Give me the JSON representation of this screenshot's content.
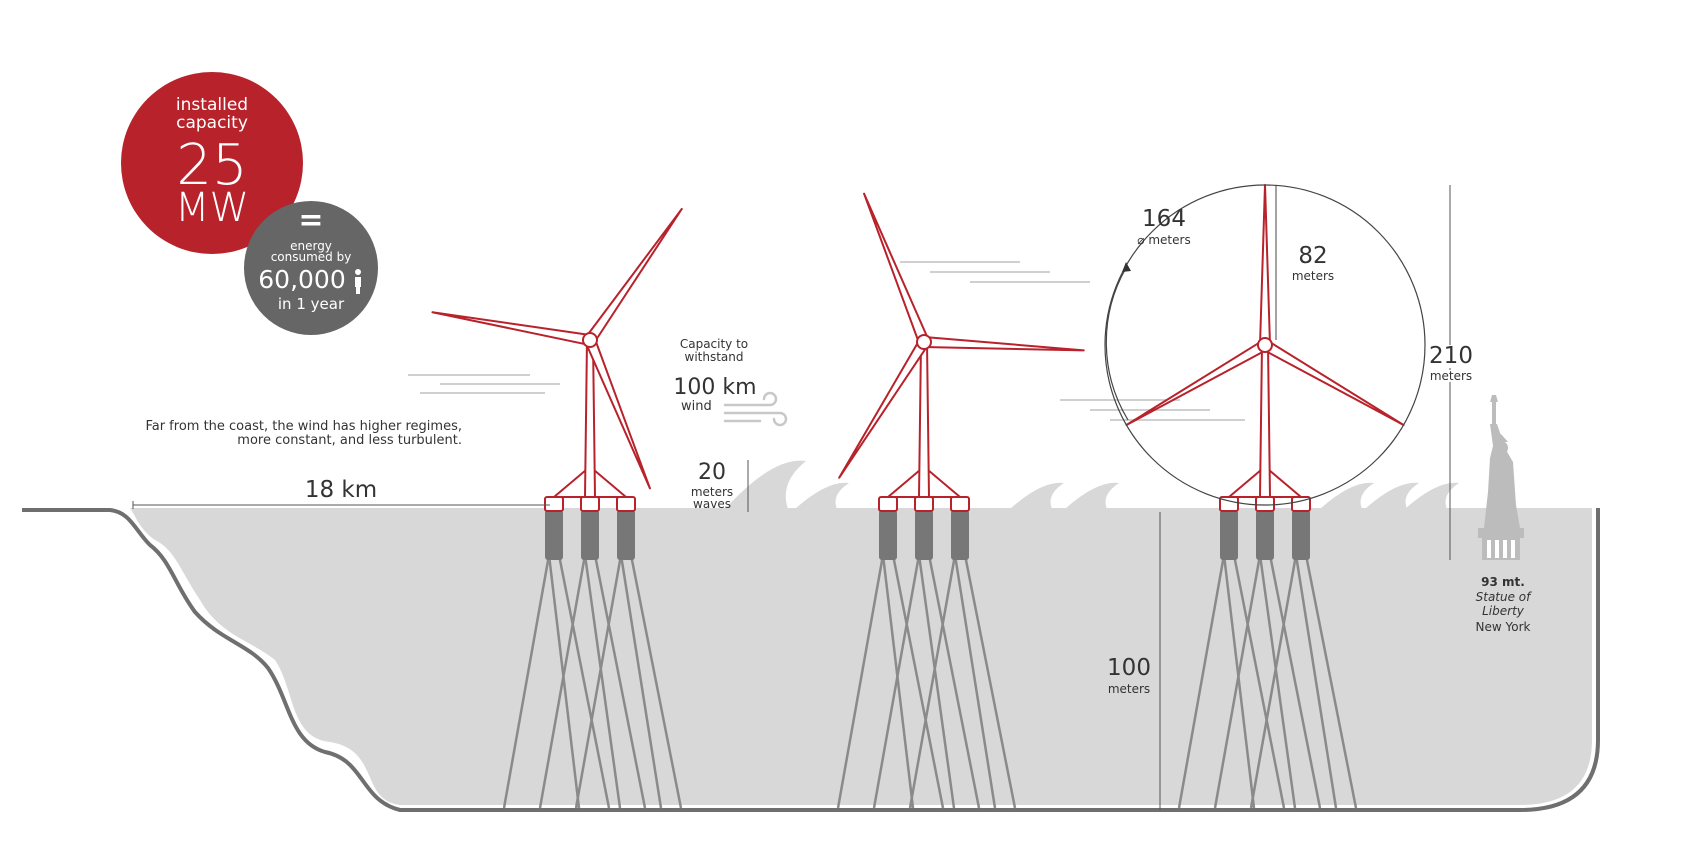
{
  "colors": {
    "accent": "#b8222b",
    "dark_circle": "#666666",
    "sea": "#d8d8d8",
    "seabed": "#6f6f6f",
    "mooring": "#8a8a8a",
    "float": "#777777",
    "statue": "#bcbcbc"
  },
  "capacity": {
    "label_line1": "installed",
    "label_line2": "capacity",
    "value": "25",
    "unit": "MW"
  },
  "equivalence": {
    "symbol": "=",
    "line1": "energy",
    "line2": "consumed by",
    "value": "60,000",
    "icon": "person-icon",
    "period": "in 1 year"
  },
  "coast_note": {
    "line1": "Far from the coast, the wind has higher regimes,",
    "line2": "more constant, and less turbulent."
  },
  "distance": {
    "value": "18 km"
  },
  "wind": {
    "line1": "Capacity to",
    "line2": "withstand",
    "value": "100 km",
    "unit": "wind",
    "icon": "wind-icon"
  },
  "waves": {
    "value": "20",
    "unit1": "meters",
    "unit2": "waves"
  },
  "rotor": {
    "diameter": "164",
    "diameter_unit": "⌀ meters"
  },
  "blade": {
    "value": "82",
    "unit": "meters"
  },
  "height": {
    "value": "210",
    "unit": "meters"
  },
  "depth": {
    "value": "100",
    "unit": "meters"
  },
  "statue": {
    "height": "93 mt.",
    "name1": "Statue of",
    "name2": "Liberty",
    "city": "New York",
    "icon": "statue-of-liberty-icon"
  }
}
